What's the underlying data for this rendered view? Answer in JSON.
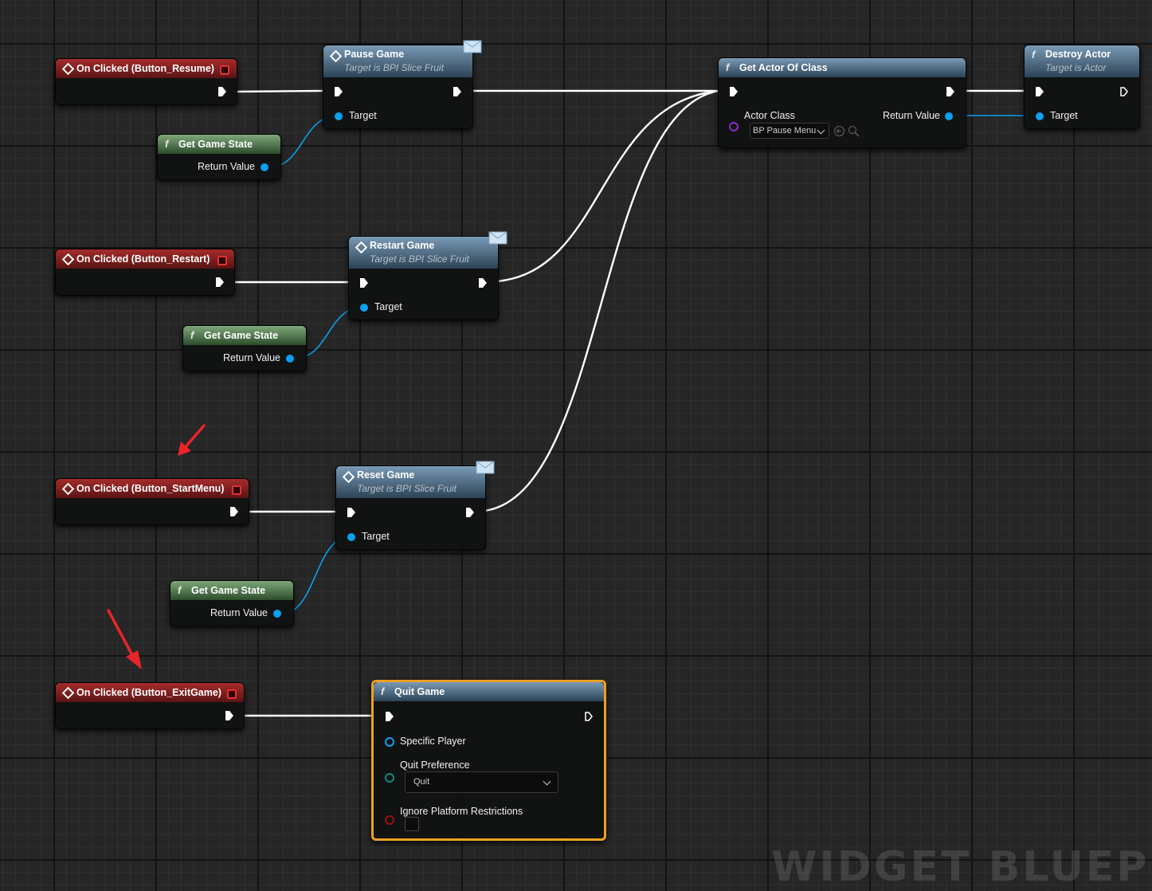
{
  "nodes": {
    "resume_event": {
      "title": "On Clicked (Button_Resume)"
    },
    "restart_event": {
      "title": "On Clicked (Button_Restart)"
    },
    "startmenu_event": {
      "title": "On Clicked (Button_StartMenu)"
    },
    "exit_event": {
      "title": "On Clicked (Button_ExitGame)"
    },
    "pause_game": {
      "title": "Pause Game",
      "subtitle": "Target is BPI Slice Fruit",
      "target_label": "Target"
    },
    "restart_game": {
      "title": "Restart Game",
      "subtitle": "Target is BPI Slice Fruit",
      "target_label": "Target"
    },
    "reset_game": {
      "title": "Reset Game",
      "subtitle": "Target is BPI Slice Fruit",
      "target_label": "Target"
    },
    "get_game_state_1": {
      "title": "Get Game State",
      "return_label": "Return Value"
    },
    "get_game_state_2": {
      "title": "Get Game State",
      "return_label": "Return Value"
    },
    "get_game_state_3": {
      "title": "Get Game State",
      "return_label": "Return Value"
    },
    "get_actor_of_class": {
      "title": "Get Actor Of Class",
      "actor_class_label": "Actor Class",
      "actor_class_value": "BP Pause Menu",
      "return_label": "Return Value"
    },
    "destroy_actor": {
      "title": "Destroy Actor",
      "subtitle": "Target is Actor",
      "target_label": "Target"
    },
    "quit_game": {
      "title": "Quit Game",
      "specific_player_label": "Specific Player",
      "quit_preference_label": "Quit Preference",
      "quit_preference_value": "Quit",
      "ignore_label": "Ignore Platform Restrictions"
    }
  },
  "watermark": "WIDGET BLUEPRINT",
  "icons": {
    "function": "f"
  },
  "colors": {
    "exec_wire": "#ffffff",
    "object_wire": "#0aa0f0",
    "event_header": "#a52c2c",
    "function_header": "#4d6c86",
    "pure_header": "#5a7e56",
    "selection": "#f0a020",
    "annotation_arrow": "#e8242a"
  }
}
